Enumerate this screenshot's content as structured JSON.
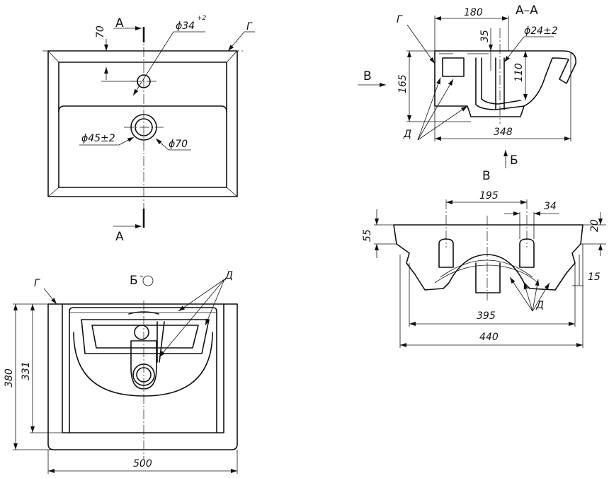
{
  "views": {
    "top": {
      "dim_70_top": "70",
      "dim_d34": "ϕ34",
      "dim_d34_tol": "+2",
      "dim_d45": "ϕ45±2",
      "dim_d70": "ϕ70",
      "label_g": "Г",
      "cut_label_top": "А",
      "cut_label_bottom": "А"
    },
    "section_aa": {
      "title": "А–А",
      "dim_180": "180",
      "dim_35": "35",
      "dim_d24": "ϕ24±2",
      "dim_110": "110",
      "dim_165": "165",
      "dim_348": "348",
      "label_g": "Г",
      "label_d": "Д",
      "arrow_v": "В",
      "arrow_b": "Б"
    },
    "front_v": {
      "title": "В",
      "dim_195": "195",
      "dim_34": "34",
      "dim_55": "55",
      "dim_20": "20",
      "dim_15": "15",
      "dim_395": "395",
      "dim_440": "440",
      "label_d": "Д"
    },
    "bottom_b": {
      "title": "Б",
      "label_g": "Г",
      "label_d": "Д",
      "dim_380": "380",
      "dim_331": "331",
      "dim_500": "500"
    }
  }
}
